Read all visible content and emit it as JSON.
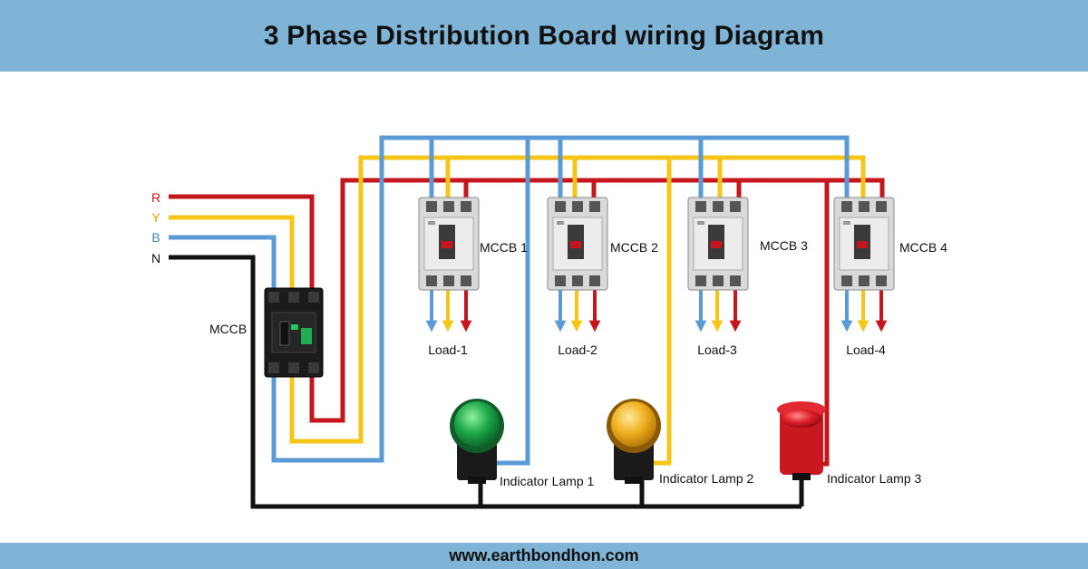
{
  "header": {
    "title": "3 Phase Distribution Board wiring Diagram"
  },
  "footer": {
    "website": "www.earthbondhon.com"
  },
  "supply": {
    "labels": {
      "r": "R",
      "y": "Y",
      "b": "B",
      "n": "N"
    },
    "main_breaker_label": "MCCB"
  },
  "breakers": [
    {
      "label": "MCCB 1",
      "load": "Load-1"
    },
    {
      "label": "MCCB 2",
      "load": "Load-2"
    },
    {
      "label": "MCCB 3",
      "load": "Load-3"
    },
    {
      "label": "MCCB 4",
      "load": "Load-4"
    }
  ],
  "lamps": [
    {
      "label": "Indicator Lamp 1",
      "color": "green"
    },
    {
      "label": "Indicator Lamp 2",
      "color": "yellow"
    },
    {
      "label": "Indicator Lamp 3",
      "color": "red"
    }
  ],
  "colors": {
    "red_phase": "#c4161c",
    "yellow_phase": "#f5c518",
    "blue_phase": "#5b9bd5",
    "neutral": "#111111",
    "banner": "#7fb4d6"
  }
}
